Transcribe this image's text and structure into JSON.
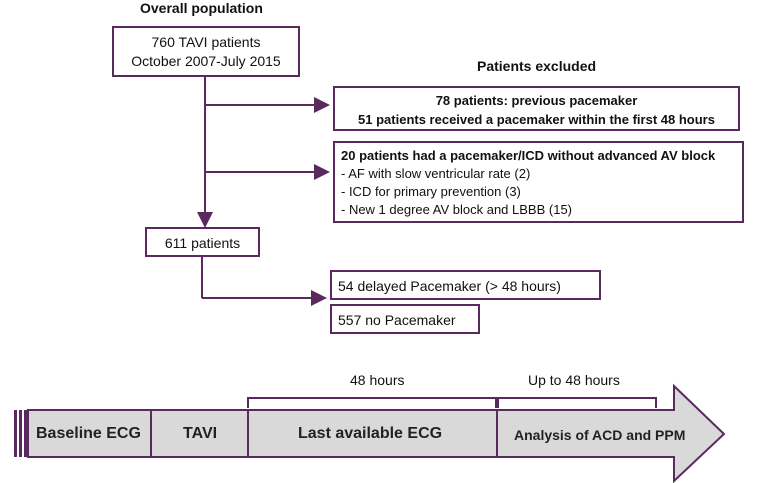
{
  "header": {
    "overall_title": "Overall population",
    "excluded_title": "Patients excluded"
  },
  "top_box": {
    "line1": "760 TAVI patients",
    "line2": "October 2007-July 2015"
  },
  "excluded_box1": {
    "line1": "78 patients: previous pacemaker",
    "line2": "51 patients received a pacemaker within the first 48 hours"
  },
  "excluded_box2": {
    "title": "20 patients  had a pacemaker/ICD without advanced AV block",
    "items": [
      "-    AF with slow ventricular rate (2)",
      "-    ICD for primary prevention (3)",
      "-    New 1 degree AV block and LBBB (15)"
    ]
  },
  "mid_box": {
    "label": "611 patients"
  },
  "delayed_box": {
    "label": "54 delayed Pacemaker (> 48 hours)"
  },
  "no_pm_box": {
    "label": "557 no Pacemaker"
  },
  "timeline": {
    "brace1_label": "48 hours",
    "brace2_label": "Up to 48 hours",
    "segments": [
      "Baseline ECG",
      "TAVI",
      "Last available ECG",
      "Analysis of ACD and PPM"
    ]
  },
  "colors": {
    "box_border": "#5a2a5f",
    "arrow_fill": "#d9d9d9",
    "arrow_stroke": "#5a2a5f"
  }
}
